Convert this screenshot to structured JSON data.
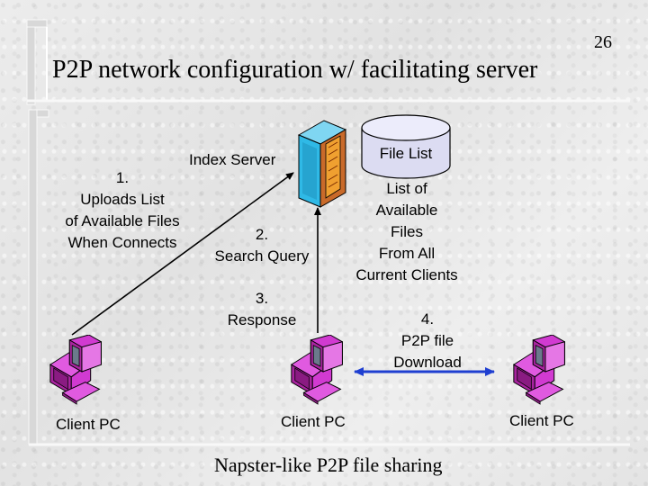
{
  "page_number": "26",
  "title": "P2P network configuration w/ facilitating server",
  "caption": "Napster-like P2P file sharing",
  "nodes": {
    "index_server": {
      "label": "Index Server"
    },
    "file_list": {
      "label": "File List"
    },
    "client_left": {
      "label": "Client PC"
    },
    "client_center": {
      "label": "Client PC"
    },
    "client_right": {
      "label": "Client PC"
    }
  },
  "annotations": {
    "file_list_desc": [
      "List of",
      "Available",
      "Files",
      "From All",
      "Current Clients"
    ],
    "step1": [
      "1.",
      "Uploads List",
      "of Available Files",
      "When Connects"
    ],
    "step2": [
      "2.",
      "Search Query"
    ],
    "step3": [
      "3.",
      "Response"
    ],
    "step4": [
      "4.",
      "P2P file",
      "Download"
    ]
  },
  "colors": {
    "client_magenta": "#d13ad1",
    "server_cyan": "#2fb9e6",
    "arrow_blue": "#1f3fd1",
    "file_list_fill": "#dcdcf2"
  }
}
